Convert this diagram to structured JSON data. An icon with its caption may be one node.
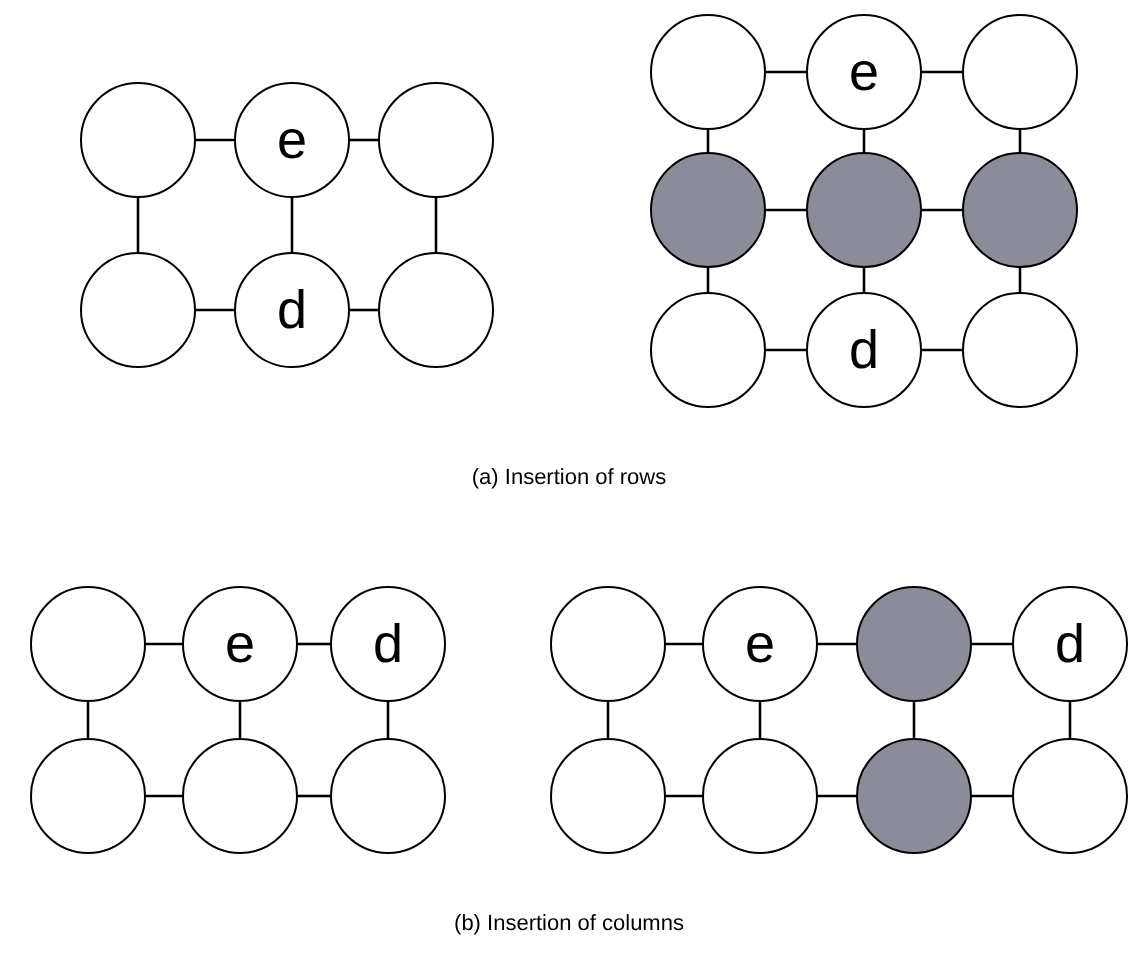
{
  "diagram": {
    "nodes": [
      {
        "text": [],
        "shape": "circle"
      },
      {
        "text": [
          "e"
        ]
      },
      {
        "text": [],
        "shape": "circle"
      },
      {
        "text": [],
        "shape": "circle"
      },
      {
        "text": [
          "d"
        ]
      },
      {
        "text": [],
        "shape": "circle"
      },
      {
        "text": [],
        "shape": "circle"
      },
      {
        "text": [
          "e"
        ]
      },
      {
        "text": [],
        "shape": "circle"
      },
      {
        "text": [],
        "shape": "circle"
      },
      {
        "text": [],
        "shape": "circle"
      },
      {
        "text": [],
        "shape": "circle"
      },
      {
        "text": [],
        "shape": "circle"
      },
      {
        "text": [
          "d"
        ]
      },
      {
        "text": [],
        "shape": "circle"
      },
      {
        "text": [],
        "shape": "circle"
      },
      {
        "text": [
          "e"
        ]
      },
      {
        "text": [
          "d"
        ]
      },
      {
        "text": [],
        "shape": "circle"
      },
      {
        "text": [],
        "shape": "circle"
      },
      {
        "text": [],
        "shape": "circle"
      },
      {
        "text": [],
        "shape": "circle"
      },
      {
        "text": [
          "e"
        ]
      },
      {
        "text": [],
        "shape": "circle"
      },
      {
        "text": [
          "d"
        ]
      },
      {
        "text": [],
        "shape": "circle"
      },
      {
        "text": [],
        "shape": "circle"
      },
      {
        "text": [],
        "shape": "circle"
      },
      {
        "text": [],
        "shape": "circle"
      }
    ],
    "edges": [
      {
        "from": 0,
        "to": 1,
        "arrow": "none"
      },
      {
        "from": 1,
        "to": 2,
        "arrow": "none"
      },
      {
        "from": 3,
        "to": 4,
        "arrow": "none"
      },
      {
        "from": 4,
        "to": 5,
        "arrow": "none"
      },
      {
        "from": 0,
        "to": 3,
        "arrow": "none"
      },
      {
        "from": 1,
        "to": 4,
        "arrow": "none"
      },
      {
        "from": 2,
        "to": 5,
        "arrow": "none"
      },
      {
        "from": 6,
        "to": 7,
        "arrow": "none"
      },
      {
        "from": 7,
        "to": 8,
        "arrow": "none"
      },
      {
        "from": 9,
        "to": 10,
        "arrow": "none"
      },
      {
        "from": 10,
        "to": 11,
        "arrow": "none"
      },
      {
        "from": 12,
        "to": 13,
        "arrow": "none"
      },
      {
        "from": 13,
        "to": 14,
        "arrow": "none"
      },
      {
        "from": 6,
        "to": 9,
        "arrow": "none"
      },
      {
        "from": 7,
        "to": 10,
        "arrow": "none"
      },
      {
        "from": 8,
        "to": 11,
        "arrow": "none"
      },
      {
        "from": 9,
        "to": 12,
        "arrow": "none"
      },
      {
        "from": 10,
        "to": 13,
        "arrow": "none"
      },
      {
        "from": 11,
        "to": 14,
        "arrow": "none"
      },
      {
        "from": 15,
        "to": 16,
        "arrow": "none"
      },
      {
        "from": 16,
        "to": 17,
        "arrow": "none"
      },
      {
        "from": 18,
        "to": 19,
        "arrow": "none"
      },
      {
        "from": 19,
        "to": 20,
        "arrow": "none"
      },
      {
        "from": 15,
        "to": 18,
        "arrow": "none"
      },
      {
        "from": 16,
        "to": 19,
        "arrow": "none"
      },
      {
        "from": 17,
        "to": 20,
        "arrow": "none"
      },
      {
        "from": 21,
        "to": 22,
        "arrow": "none"
      },
      {
        "from": 22,
        "to": 23,
        "arrow": "none"
      },
      {
        "from": 23,
        "to": 24,
        "arrow": "none"
      },
      {
        "from": 25,
        "to": 26,
        "arrow": "none"
      },
      {
        "from": 26,
        "to": 27,
        "arrow": "none"
      },
      {
        "from": 27,
        "to": 28,
        "arrow": "none"
      },
      {
        "from": 21,
        "to": 25,
        "arrow": "none"
      },
      {
        "from": 22,
        "to": 26,
        "arrow": "none"
      },
      {
        "from": 23,
        "to": 27,
        "arrow": "none"
      },
      {
        "from": 24,
        "to": 28,
        "arrow": "none"
      }
    ],
    "labels": [
      "(a) Insertion of rows",
      "(b) Insertion of columns"
    ]
  }
}
